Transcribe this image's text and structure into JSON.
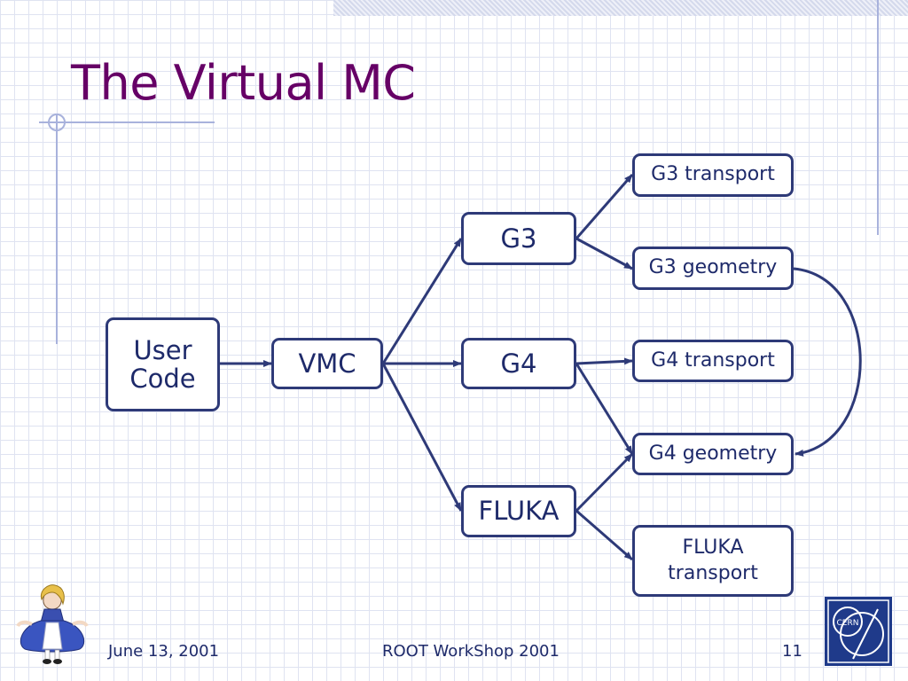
{
  "slide": {
    "title": "The Virtual MC"
  },
  "diagram": {
    "nodes": {
      "user_code": "User\nCode",
      "vmc": "VMC",
      "g3": "G3",
      "g4": "G4",
      "fluka": "FLUKA",
      "g3_transport": "G3 transport",
      "g3_geometry": "G3 geometry",
      "g4_transport": "G4 transport",
      "g4_geometry": "G4 geometry",
      "fluka_transport": "FLUKA\ntransport"
    },
    "edges": [
      [
        "user_code",
        "vmc"
      ],
      [
        "vmc",
        "g3"
      ],
      [
        "vmc",
        "g4"
      ],
      [
        "vmc",
        "fluka"
      ],
      [
        "g3",
        "g3_transport"
      ],
      [
        "g3",
        "g3_geometry"
      ],
      [
        "g4",
        "g4_transport"
      ],
      [
        "g4",
        "g4_geometry"
      ],
      [
        "fluka",
        "g4_geometry"
      ],
      [
        "fluka",
        "fluka_transport"
      ],
      [
        "g3_geometry",
        "g4_geometry"
      ]
    ]
  },
  "footer": {
    "date": "June 13, 2001",
    "event": "ROOT WorkShop 2001",
    "page": "11"
  },
  "logo": {
    "cern_text": "CERN"
  },
  "colors": {
    "title": "#660066",
    "box_border": "#2e3a78",
    "text": "#1e2a6a",
    "grid": "#dfe3f1"
  }
}
